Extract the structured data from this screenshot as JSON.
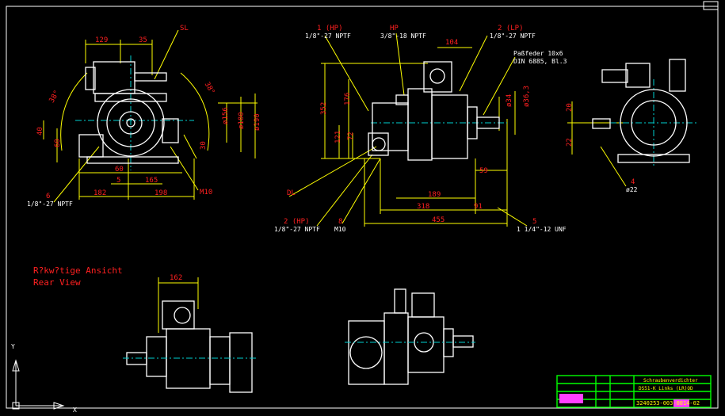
{
  "colors": {
    "background": "#000000",
    "geometry": "#ffffff",
    "dimension": "#ffff00",
    "text": "#ff2020",
    "border": "#00ff00",
    "center": "#00d0d0"
  },
  "front_view": {
    "dims": {
      "d129": "129",
      "d35": "35",
      "sl": "SL",
      "a38_left": "38°",
      "a38_right": "38°",
      "d40": "40",
      "d60_left": "60",
      "d30_right": "30",
      "d156": "ø156",
      "d180": "ø180",
      "d190": "ø190",
      "d60": "60",
      "d5": "5",
      "d165": "165",
      "d182": "182",
      "d198": "198",
      "m10": "M10"
    },
    "port6": {
      "num": "6",
      "thread": "1/8\"-27 NPTF"
    }
  },
  "side_view": {
    "hp1": {
      "label": "1 (HP)",
      "thread": "1/8\"-27 NPTF"
    },
    "hp": {
      "label": "HP",
      "thread": "3/8\"-18 NPTF"
    },
    "lp2": {
      "label": "2 (LP)",
      "thread": "1/8\"-27 NPTF"
    },
    "key": {
      "line1": "Paßfeder 10x6",
      "line2": "DIN 6885, Bl.3"
    },
    "dims": {
      "d104": "104",
      "d352": "352",
      "d176": "176",
      "d121": "121",
      "d72": "72",
      "d34": "ø34",
      "d363": "ø36,3",
      "d59": "59",
      "d189": "189",
      "d318": "318",
      "d91": "91",
      "d455": "455"
    },
    "dl": "DL",
    "hp2": {
      "label": "2 (HP)",
      "thread": "1/8\"-27 NPTF"
    },
    "m8": {
      "num": "8",
      "thread": "M10"
    },
    "p5": {
      "num": "5",
      "thread": "1 1/4\"-12 UNF"
    }
  },
  "rear_small": {
    "dims": {
      "d20": "20",
      "d22": "22"
    },
    "p4": {
      "num": "4",
      "dia": "ø22"
    }
  },
  "rear_view": {
    "label_de": "R?kw?tige Ansicht",
    "label_en": "Rear View",
    "dim": "162"
  },
  "ucs": {
    "y": "Y",
    "x": "X"
  },
  "title_block": {
    "title1": "Schraubenverdichter",
    "title2": "DS51-K Links (LR)OD",
    "drawing_no": "3240253-003-0014-02"
  }
}
